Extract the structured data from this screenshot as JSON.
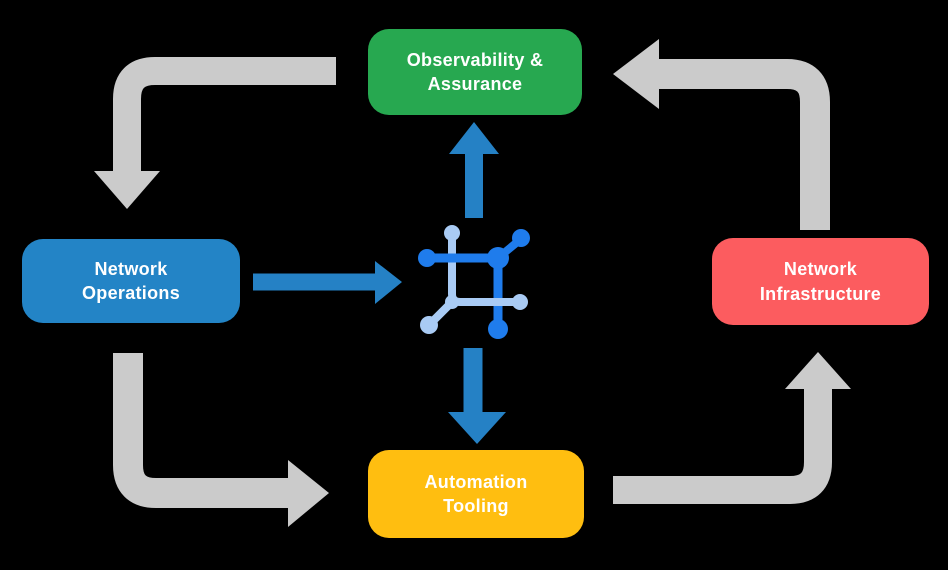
{
  "background": {
    "color": "#000000"
  },
  "diagram": {
    "nodes": [
      {
        "id": "observability-assurance",
        "label": "Observability &\nAssurance",
        "color": "#27A850",
        "text_color": "#FFFFFF"
      },
      {
        "id": "network-operations",
        "label": "Network\nOperations",
        "color": "#2384C6",
        "text_color": "#FFFFFF"
      },
      {
        "id": "network-infrastructure",
        "label": "Network\nInfrastructure",
        "color": "#FC5C5F",
        "text_color": "#FFFFFF"
      },
      {
        "id": "automation-tooling",
        "label": "Automation\nTooling",
        "color": "#FFBE10",
        "text_color": "#FFFFFF"
      }
    ],
    "center_icon": {
      "name": "network-platform-icon",
      "primary_color": "#1F7CEC",
      "secondary_color": "#A9CBF4"
    },
    "flow": {
      "gray_color": "#CBCBCB",
      "blue_color": "#2581C5",
      "gray_arrows": [
        {
          "from": "Observability & Assurance",
          "to": "Network Operations"
        },
        {
          "from": "Network Operations",
          "to": "Automation Tooling"
        },
        {
          "from": "Automation Tooling",
          "to": "Network Infrastructure"
        },
        {
          "from": "Network Infrastructure",
          "to": "Observability & Assurance"
        }
      ],
      "blue_arrows": [
        {
          "from": "Network Operations",
          "to": "center-icon"
        },
        {
          "from": "center-icon",
          "to": "Observability & Assurance"
        },
        {
          "from": "center-icon",
          "to": "Automation Tooling"
        }
      ]
    }
  }
}
